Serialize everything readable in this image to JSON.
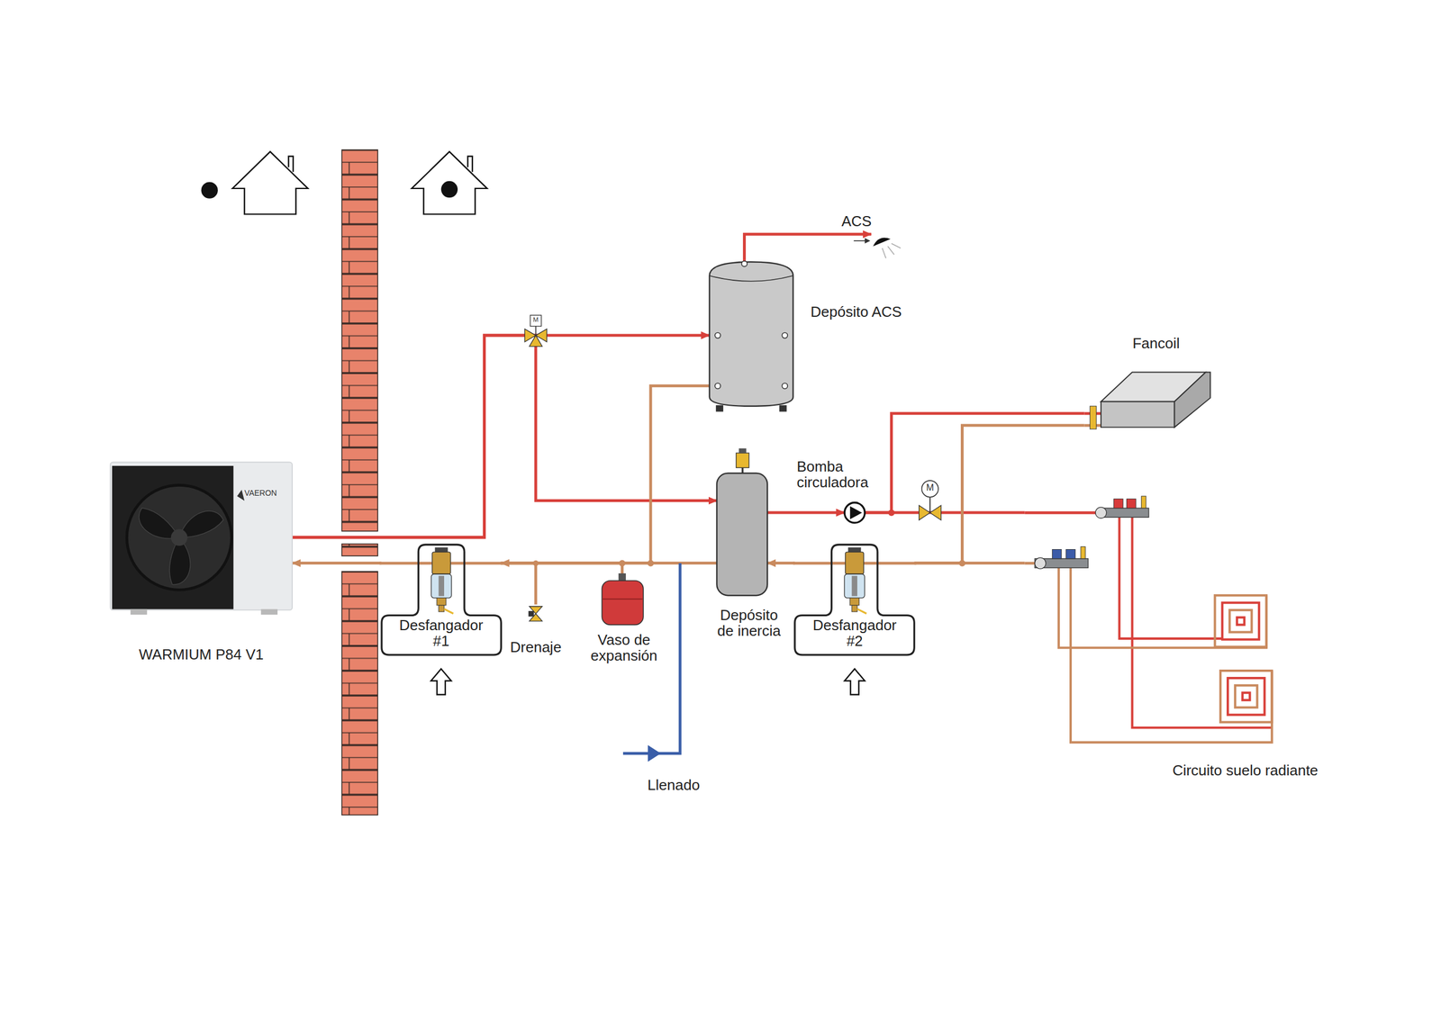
{
  "diagram": {
    "nodes": [
      {
        "text": [
          "WARMIUM P84 V1"
        ]
      },
      {
        "text": [
          "Desfangador #1"
        ]
      },
      {
        "text": [
          "Drenaje"
        ]
      },
      {
        "text": [
          "Vaso de expansión"
        ]
      },
      {
        "text": [
          "Depósito ACS"
        ]
      },
      {
        "text": [
          "ACS"
        ]
      },
      {
        "text": [
          "Depósito de inercia"
        ]
      },
      {
        "text": [
          "Bomba circuladora"
        ]
      },
      {
        "text": [
          "Desfangador #2"
        ]
      },
      {
        "text": [
          "Fancoil"
        ]
      },
      {
        "text": [
          "Circuito suelo radiante"
        ]
      }
    ],
    "edges": [
      {
        "from": 0,
        "to": 4,
        "arrow": "to"
      },
      {
        "from": 0,
        "to": 6,
        "arrow": "to"
      },
      {
        "from": 4,
        "to": 5,
        "arrow": "to"
      },
      {
        "from": 4,
        "to": 1,
        "arrow": "to"
      },
      {
        "from": 6,
        "to": 7,
        "arrow": "to"
      },
      {
        "from": 7,
        "to": 9,
        "arrow": "none"
      },
      {
        "from": 7,
        "to": 10,
        "arrow": "none"
      },
      {
        "from": 9,
        "to": 8,
        "arrow": "none"
      },
      {
        "from": 10,
        "to": 8,
        "arrow": "none"
      },
      {
        "from": 8,
        "to": 6,
        "arrow": "to"
      },
      {
        "from": 6,
        "to": 1,
        "arrow": "none"
      },
      {
        "from": 3,
        "to": 1,
        "arrow": "none"
      },
      {
        "from": 2,
        "to": 1,
        "arrow": "none"
      },
      {
        "from": 1,
        "to": 0,
        "arrow": "to"
      }
    ],
    "labels": [
      "VAERON",
      "M",
      "M",
      "Llenado"
    ]
  }
}
